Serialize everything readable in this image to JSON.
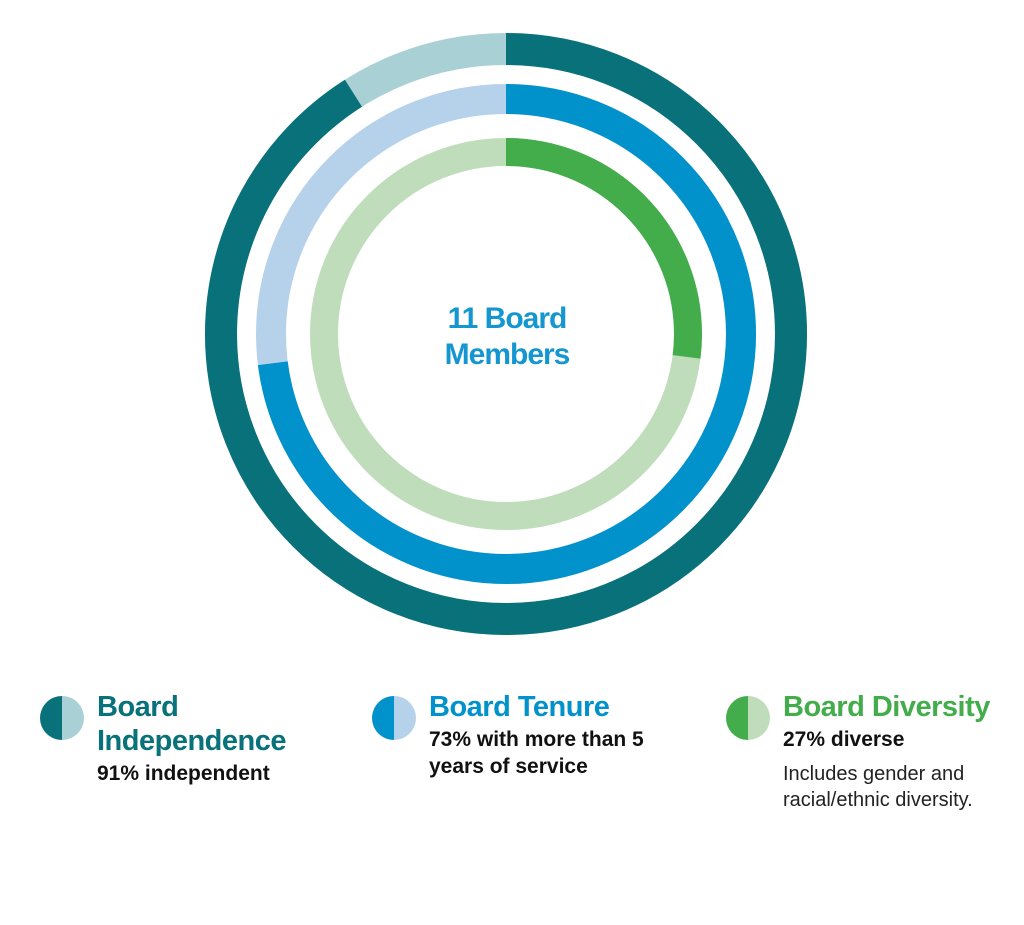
{
  "center_label": {
    "line1": "11 Board",
    "line2": "Members"
  },
  "colors": {
    "independence": "#08717A",
    "independence_light": "#A9D0D4",
    "tenure": "#0192CB",
    "tenure_light": "#B5D2EA",
    "diversity": "#43AC4B",
    "diversity_light": "#BFDDBB",
    "center_text": "#1496D0"
  },
  "legend": [
    {
      "key": "independence",
      "title": "Board Independence",
      "stat": "91% independent",
      "note": ""
    },
    {
      "key": "tenure",
      "title": "Board Tenure",
      "stat": "73% with more than 5 years of service",
      "note": ""
    },
    {
      "key": "diversity",
      "title": "Board Diversity",
      "stat": "27% diverse",
      "note": "Includes gender and racial/ethnic diversity."
    }
  ],
  "chart_data": {
    "type": "pie",
    "variant": "concentric-rings",
    "series": [
      {
        "name": "Board Independence",
        "value": 91,
        "unit": "%",
        "color": "#08717A",
        "remainder_color": "#A9D0D4"
      },
      {
        "name": "Board Tenure",
        "value": 73,
        "unit": "%",
        "color": "#0192CB",
        "remainder_color": "#B5D2EA"
      },
      {
        "name": "Board Diversity",
        "value": 27,
        "unit": "%",
        "color": "#43AC4B",
        "remainder_color": "#BFDDBB"
      }
    ]
  }
}
